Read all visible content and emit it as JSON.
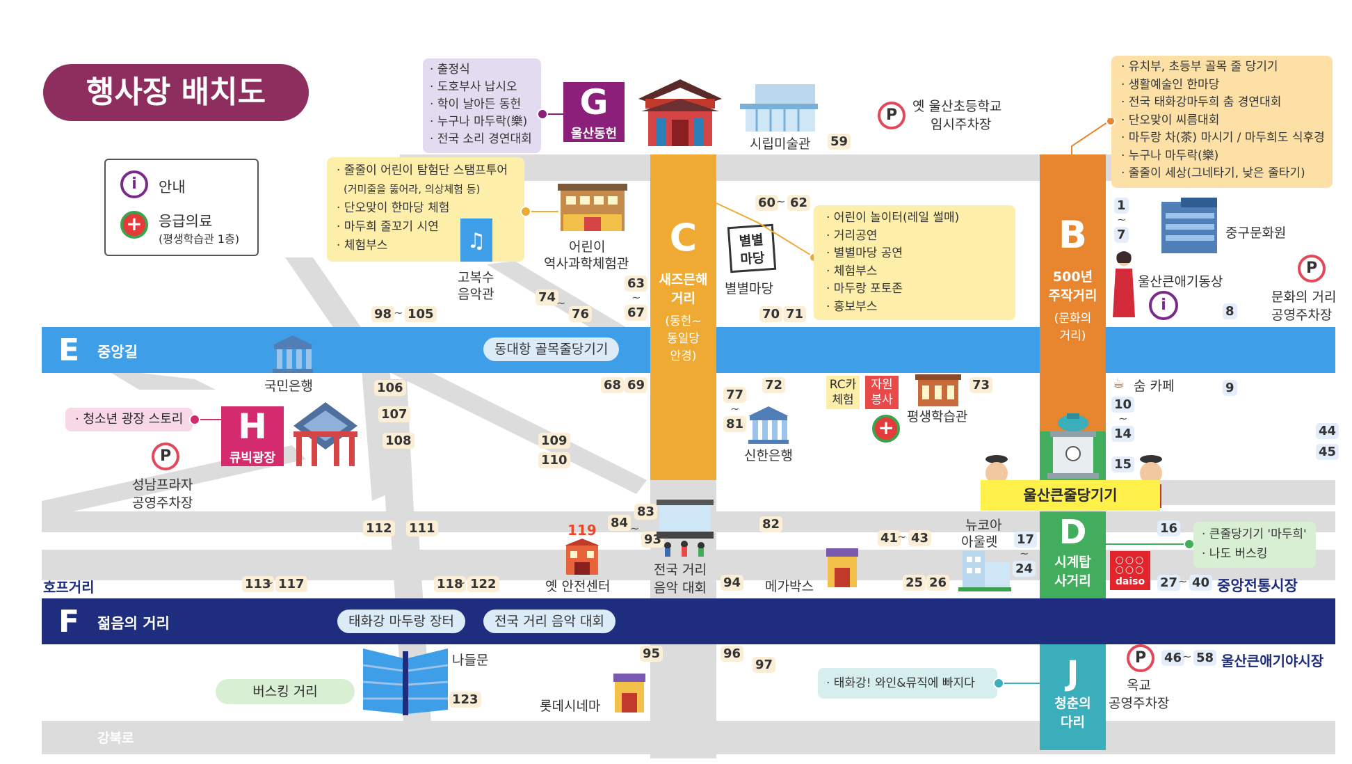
{
  "title": "행사장 배치도",
  "legend": {
    "info_label": "안내",
    "medical_label": "응급의료",
    "medical_sub": "(평생학습관 1층)"
  },
  "colors": {
    "title_bg": "#8e2e5e",
    "street_E": "#3e9ee8",
    "street_F": "#1f2d7e",
    "street_C": "#eeaa33",
    "street_B": "#e8862f",
    "street_D": "#42ad5c",
    "street_J": "#3aaebb",
    "zone_G": "#8b1f7a",
    "zone_H": "#d42b6f",
    "road": "#dcdcdc"
  },
  "streets": {
    "E": {
      "letter": "E",
      "name": "중앙길",
      "pill": "동대항 골목줄당기기"
    },
    "F": {
      "letter": "F",
      "name": "젊음의 거리",
      "pill1": "태화강 마두랑 장터",
      "pill2": "전국 거리 음악 대회"
    },
    "C": {
      "letter": "C",
      "name1": "새즈믄해",
      "name2": "거리",
      "sub1": "(동헌~",
      "sub2": "동일당",
      "sub3": "안경)"
    },
    "B": {
      "letter": "B",
      "name1": "500년",
      "name2": "주작거리",
      "sub1": "(문화의",
      "sub2": "거리)"
    },
    "D": {
      "letter": "D",
      "name1": "시계탑",
      "name2": "사거리"
    },
    "J": {
      "letter": "J",
      "name1": "청춘의",
      "name2": "다리"
    },
    "hope_street": "호프거리",
    "gangbuk_road": "강북로"
  },
  "zones": {
    "G": {
      "letter": "G",
      "name": "울산동헌"
    },
    "H": {
      "letter": "H",
      "name": "큐빅광장"
    }
  },
  "boxes": {
    "g_events": [
      "· 출정식",
      "· 도호부사 납시오",
      "· 학이 날아든 동헌",
      "· 누구나 마두락(樂)",
      "· 전국 소리 경연대회"
    ],
    "c_events": [
      "· 줄줄이 어린이 탐험단 스탬프투어",
      "(거미줄을 뚫어라, 의상체험 등)",
      "· 단오맞이 한마당 체험",
      "· 마두희 줄꼬기 시연",
      "· 체험부스"
    ],
    "star_events": [
      "· 어린이 놀이터(레일 썰매)",
      "· 거리공연",
      "· 별별마당 공연",
      "· 체험부스",
      "· 마두랑 포토존",
      "· 홍보부스"
    ],
    "b_events": [
      "· 유치부, 초등부 골목 줄 당기기",
      "· 생활예술인 한마당",
      "· 전국 태화강마두희 춤 경연대회",
      "· 단오맞이 씨름대회",
      "· 마두랑 차(茶) 마시기 / 마두희도 식후경",
      "· 누구나 마두락(樂)",
      "· 줄줄이 세상(그네타기, 낮은 줄타기)"
    ],
    "h_event": "· 청소년 광장 스토리",
    "d_events": [
      "· 큰줄당기기 '마두희'",
      "· 나도 버스킹"
    ],
    "j_event": "· 태화강! 와인&뮤직에 빠지다",
    "busking": "버스킹 거리",
    "ulsan_tug": "울산큰줄당기기"
  },
  "places": {
    "art_museum": "시립미술관",
    "old_school_1": "옛 울산초등학교",
    "old_school_2": "임시주차장",
    "science_1": "어린이",
    "science_2": "역사과학체험관",
    "gobok_1": "고복수",
    "gobok_2": "음악관",
    "star_yard": "별별마당",
    "star_sign_1": "별별",
    "star_sign_2": "마당",
    "junggu_culture": "중구문화원",
    "statue": "울산큰애기동상",
    "culture_park_1": "문화의 거리",
    "culture_park_2": "공영주차장",
    "kookmin": "국민은행",
    "shinhan": "신한은행",
    "rc_1": "RC카",
    "rc_2": "체험",
    "volunteer_1": "자원",
    "volunteer_2": "봉사",
    "lifelong": "평생학습관",
    "cafe": "숨 카페",
    "seongnam_1": "성남프라자",
    "seongnam_2": "공영주차장",
    "safety": "옛 안전센터",
    "safety_num": "119",
    "music_contest_1": "전국 거리",
    "music_contest_2": "음악 대회",
    "megabox": "메가박스",
    "newcore_1": "뉴코아",
    "newcore_2": "아울렛",
    "daiso": "daiso",
    "central_market": "중앙전통시장",
    "night_market": "울산큰애기야시장",
    "okgyo_1": "옥교",
    "okgyo_2": "공영주차장",
    "naddeulmun": "나들문",
    "lotte": "롯데시네마"
  },
  "numbers": {
    "n59": "59",
    "n60": "60",
    "n62": "62",
    "n1": "1",
    "n7": "7",
    "n8": "8",
    "n9": "9",
    "n63": "63",
    "n67": "67",
    "n74": "74",
    "n76": "76",
    "n98": "98",
    "n105": "105",
    "n70": "70",
    "n71": "71",
    "n106": "106",
    "n107": "107",
    "n108": "108",
    "n109": "109",
    "n110": "110",
    "n68": "68",
    "n69": "69",
    "n77": "77",
    "n81": "81",
    "n72": "72",
    "n73": "73",
    "n10": "10",
    "n14": "14",
    "n15": "15",
    "n44": "44",
    "n45": "45",
    "n112": "112",
    "n111": "111",
    "n83": "83",
    "n84": "84",
    "n93": "93",
    "n82": "82",
    "n16": "16",
    "n41": "41",
    "n43": "43",
    "n17": "17",
    "n24": "24",
    "n113": "113",
    "n117": "117",
    "n118": "118",
    "n122": "122",
    "n94": "94",
    "n25": "25",
    "n26": "26",
    "n27": "27",
    "n40": "40",
    "n95": "95",
    "n96": "96",
    "n97": "97",
    "n123": "123",
    "n46": "46",
    "n58": "58"
  },
  "icons": {
    "info": "i",
    "parking": "P",
    "medical": "+"
  }
}
